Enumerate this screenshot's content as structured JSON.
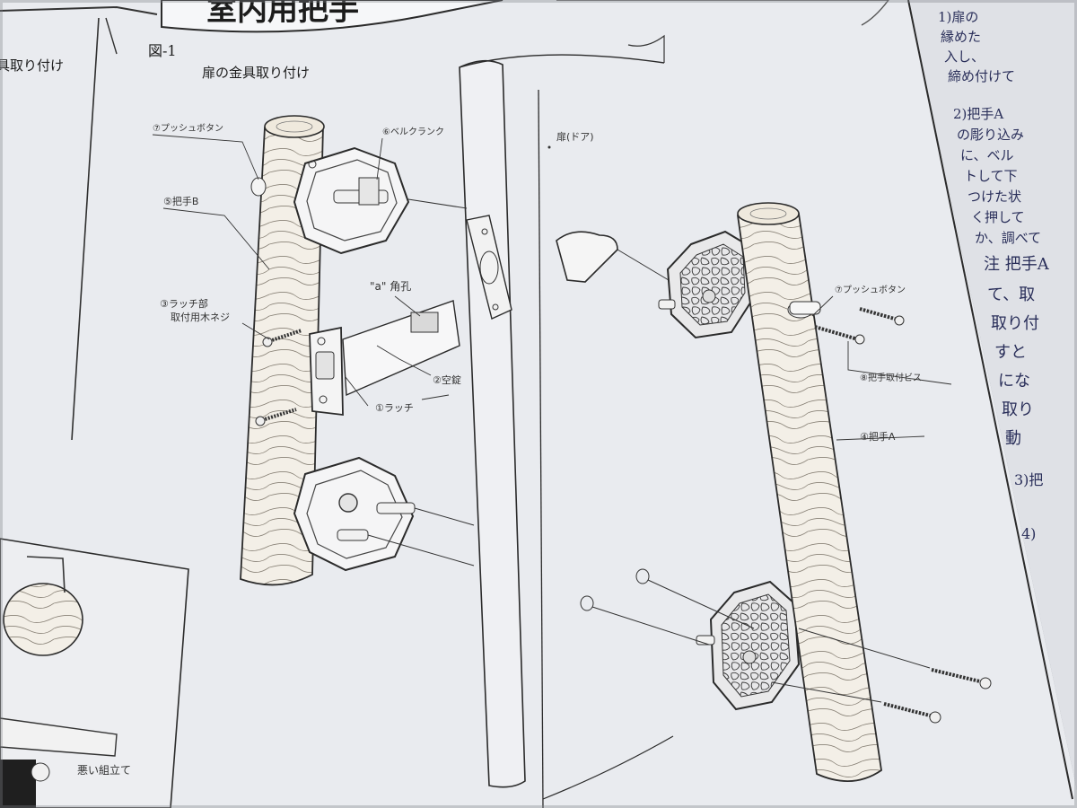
{
  "page": {
    "header_fragment": "室内用把手",
    "left_fragment": "具取り付け",
    "left_bottom_label": "悪い組立て"
  },
  "figure": {
    "number": "図-1",
    "title": "扉の金具取り付け",
    "labels": {
      "push_button_b": "⑦プッシュボタン",
      "bell_crank": "⑥ベルクランク",
      "door": "扉(ドア)",
      "handle_b": "⑤把手B",
      "square_hole": "\"a\" 角孔",
      "latch_screw_1": "③ラッチ部",
      "latch_screw_2": "取付用木ネジ",
      "dummy_lock": "②空錠",
      "latch": "①ラッチ",
      "push_button_a": "⑦プッシュボタン",
      "handle_screw": "⑧把手取付ビス",
      "handle_a": "④把手A"
    }
  },
  "right_text": {
    "lines": [
      "1)扉の",
      "縁めた",
      "入し、",
      "締め付けて",
      "2)把手A",
      "の彫り込み",
      "に、ベル",
      "トして下",
      "つけた状",
      "く押して",
      "か、調べて",
      "注 把手A",
      "て、取",
      "取り付",
      "すと",
      "にな",
      "取り",
      "動",
      "3)把",
      "4)"
    ]
  },
  "colors": {
    "paper": "#eceef2",
    "ink": "#2b2b2b",
    "wood": "#f2eee6",
    "blue_text": "#2a2f5a"
  }
}
